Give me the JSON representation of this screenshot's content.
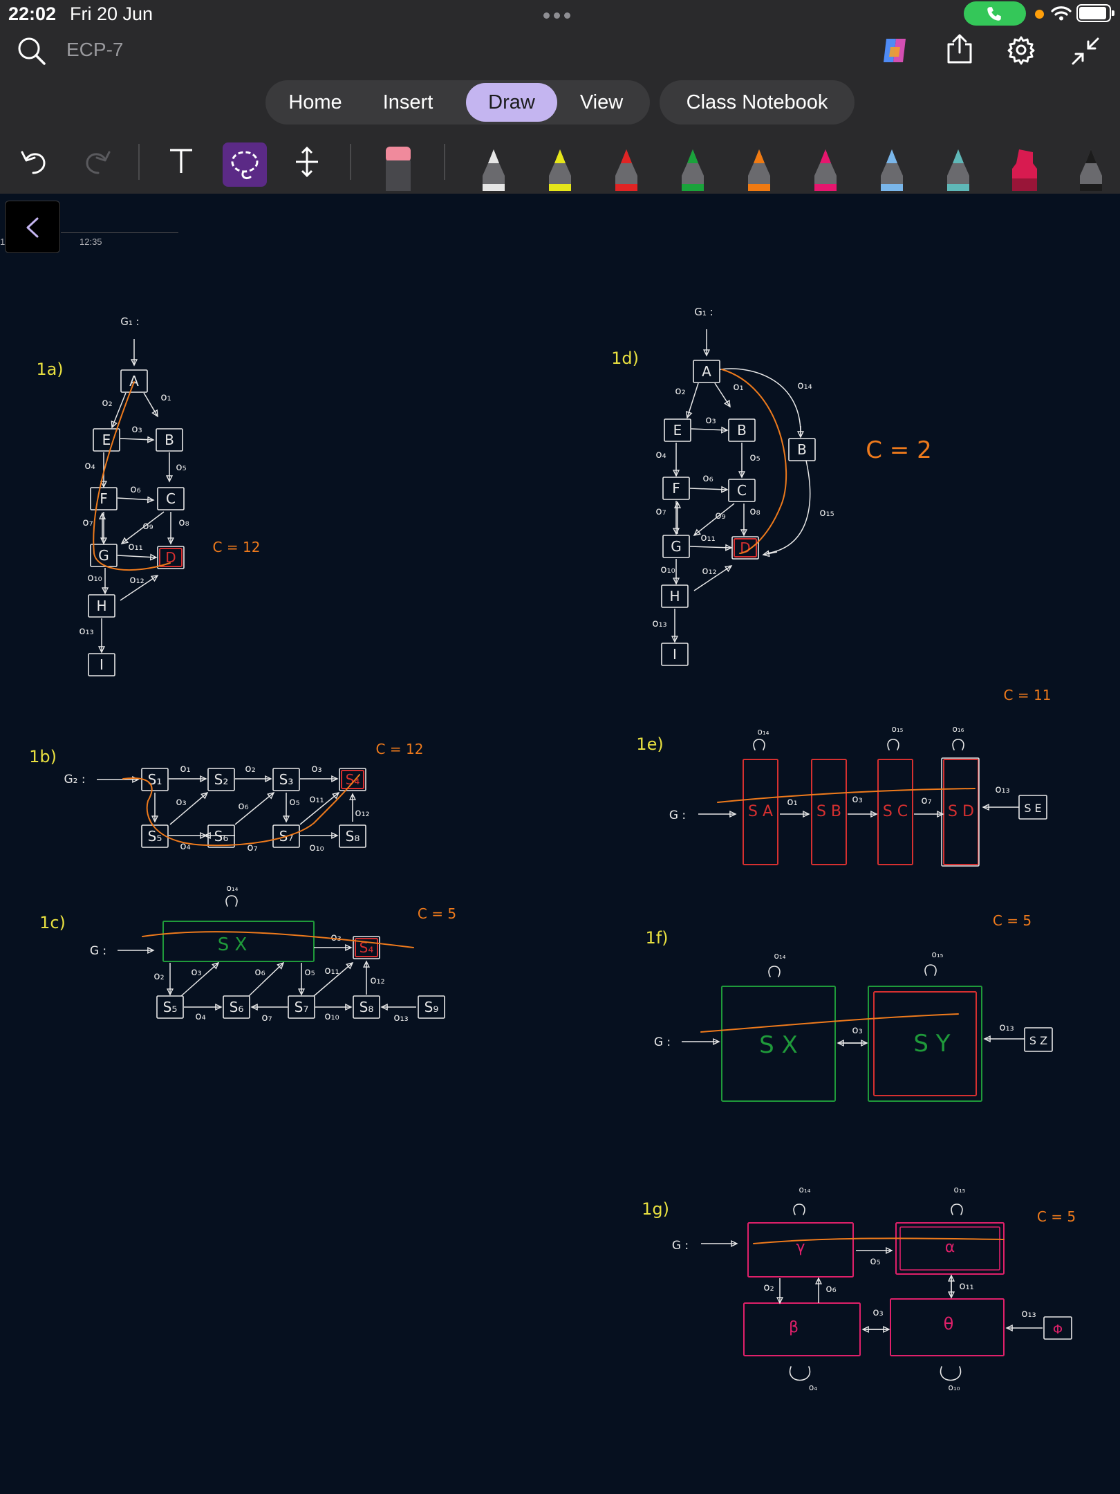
{
  "status_bar": {
    "time": "22:02",
    "date": "Fri 20 Jun",
    "battery_level": 0.92
  },
  "header": {
    "title": "ECP-7"
  },
  "tabs": [
    {
      "label": "Home",
      "active": false
    },
    {
      "label": "Insert",
      "active": false
    },
    {
      "label": "Draw",
      "active": true
    },
    {
      "label": "View",
      "active": false
    },
    {
      "label": "Class Notebook",
      "active": false
    }
  ],
  "toolbar": {
    "tools": [
      "undo-icon",
      "redo-icon",
      "text-tool-icon",
      "lasso-icon",
      "insert-space-icon",
      "eraser-icon"
    ],
    "pens": [
      {
        "name": "white-pen",
        "color": "#e6e6e6"
      },
      {
        "name": "yellow-pen",
        "color": "#e6e61a"
      },
      {
        "name": "red-pen",
        "color": "#e02424"
      },
      {
        "name": "green-pen",
        "color": "#1aa33b"
      },
      {
        "name": "orange-pen",
        "color": "#f07a12"
      },
      {
        "name": "pink-pen",
        "color": "#e6166e"
      },
      {
        "name": "light-blue-pen",
        "color": "#7ab6ea"
      },
      {
        "name": "teal-pen",
        "color": "#5fb8b8"
      },
      {
        "name": "magenta-highlighter",
        "color": "#d81b50"
      },
      {
        "name": "black-pen",
        "color": "#1c1c1c"
      }
    ],
    "accent_color": "#c4b5f0"
  },
  "canvas": {
    "timeline_tick": "1",
    "timeline_label": "12:35",
    "ink_colors": {
      "white": "#e8e8e8",
      "yellow": "#e8e040",
      "orange": "#ee7a1c",
      "red": "#d63030",
      "green": "#1f9a3a",
      "magenta": "#e0206a"
    },
    "labels": {
      "p1a": "1a)",
      "p1b": "1b)",
      "p1c": "1c)",
      "p1d": "1d)",
      "p1e": "1e)",
      "p1f": "1f)",
      "p1g": "1g)",
      "c1a": "C = 12",
      "c1b": "C = 12",
      "c1c": "C = 5",
      "c1d": "C = 2",
      "c1e": "C = 11",
      "c1f": "C = 5",
      "c1g": "C = 5",
      "g1": "G₁ :",
      "g2": "G₂ :",
      "g": "G :",
      "A": "A",
      "B": "B",
      "C": "C",
      "D": "D",
      "E": "E",
      "F": "F",
      "G": "G",
      "H": "H",
      "I": "I",
      "S1": "S₁",
      "S2": "S₂",
      "S3": "S₃",
      "S4": "S₄",
      "S5": "S₅",
      "S6": "S₆",
      "S7": "S₇",
      "S8": "S₈",
      "S9": "S₉",
      "SX": "S X",
      "SY": "S Y",
      "SZ": "S Z",
      "SA": "S A",
      "SB": "S B",
      "SC": "S C",
      "SD": "S D",
      "SE": "S E",
      "gamma": "γ",
      "alpha": "α",
      "beta": "β",
      "theta": "θ",
      "phi": "Φ",
      "o1": "o₁",
      "o2": "o₂",
      "o3": "o₃",
      "o4": "o₄",
      "o5": "o₅",
      "o6": "o₆",
      "o7": "o₇",
      "o8": "o₈",
      "o9": "o₉",
      "o10": "o₁₀",
      "o11": "o₁₁",
      "o12": "o₁₂",
      "o13": "o₁₃",
      "o14": "o₁₄",
      "o15": "o₁₅",
      "o16": "o₁₆"
    }
  }
}
